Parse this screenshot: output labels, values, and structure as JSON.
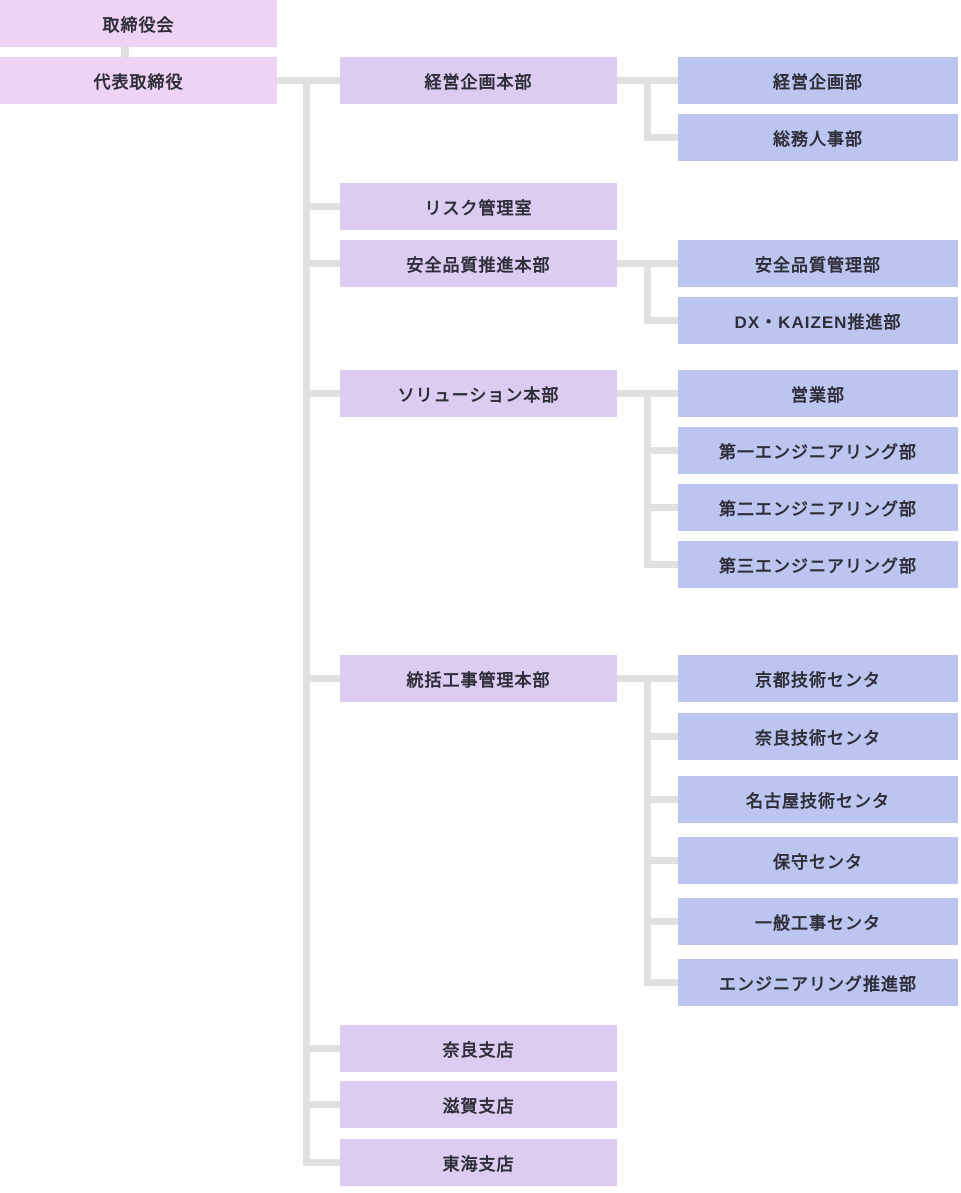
{
  "colors": {
    "executive_box": "#efd3f4",
    "division_box": "#dcccf1",
    "department_box": "#bcc5f0",
    "connector_line": "#e0e0e0",
    "text": "#2e2e38",
    "background": "#ffffff"
  },
  "chart": {
    "board": {
      "label": "取締役会"
    },
    "ceo": {
      "label": "代表取締役"
    },
    "divisions": [
      {
        "label": "経営企画本部",
        "children": [
          "経営企画部",
          "総務人事部"
        ]
      },
      {
        "label": "リスク管理室",
        "children": []
      },
      {
        "label": "安全品質推進本部",
        "children": [
          "安全品質管理部",
          "DX・KAIZEN推進部"
        ]
      },
      {
        "label": "ソリューション本部",
        "children": [
          "営業部",
          "第一エンジニアリング部",
          "第二エンジニアリング部",
          "第三エンジニアリング部"
        ]
      },
      {
        "label": "統括工事管理本部",
        "children": [
          "京都技術センタ",
          "奈良技術センタ",
          "名古屋技術センタ",
          "保守センタ",
          "一般工事センタ",
          "エンジニアリング推進部"
        ]
      },
      {
        "label": "奈良支店",
        "children": []
      },
      {
        "label": "滋賀支店",
        "children": []
      },
      {
        "label": "東海支店",
        "children": []
      }
    ]
  }
}
